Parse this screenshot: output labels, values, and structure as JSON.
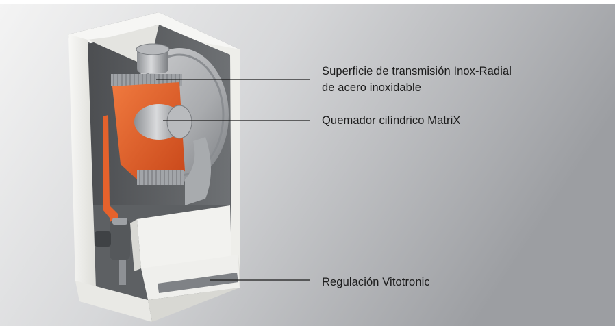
{
  "labels": {
    "surface": {
      "line1": "Superficie de transmisión Inox-Radial",
      "line2": "de acero inoxidable"
    },
    "burner": "Quemador cilíndrico MatriX",
    "control": "Regulación Vitotronic"
  },
  "colors": {
    "background_light": "#efefef",
    "background_dark": "#a5a7ab",
    "casing": "#f3f3f0",
    "heat_exchanger": "#e8602a",
    "leader_line": "#1b1b1b"
  }
}
